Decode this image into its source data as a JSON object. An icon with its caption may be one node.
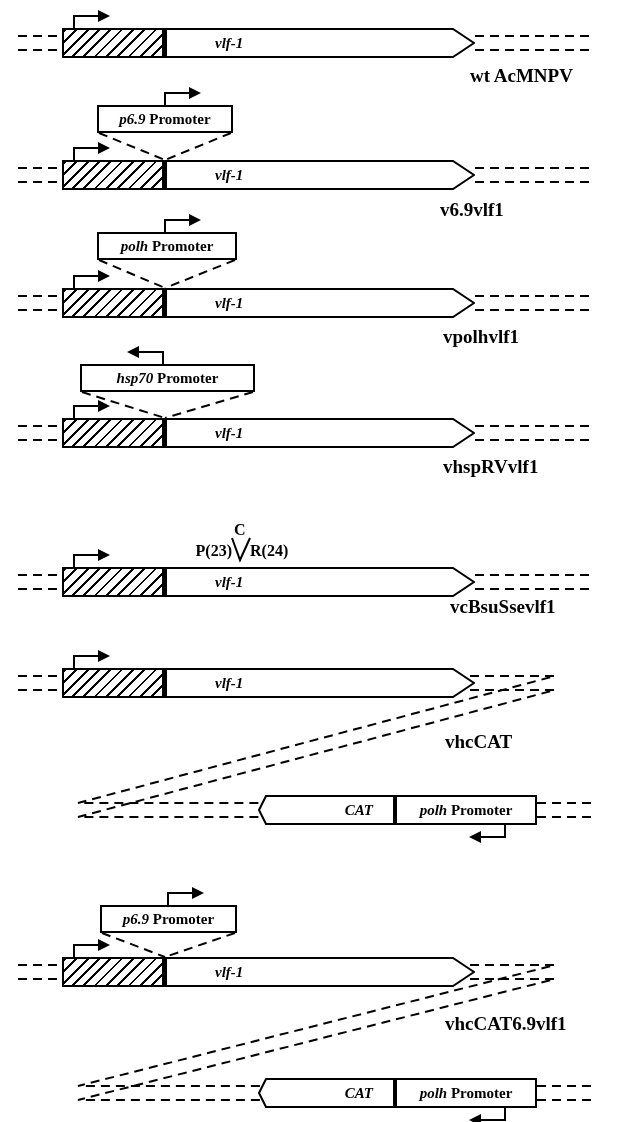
{
  "diagram": {
    "nodes": [
      {
        "text": [],
        "shape": "box"
      },
      {
        "text": [
          "vlf-1"
        ]
      },
      {
        "text": [
          "*p6.9* Promoter"
        ]
      },
      {
        "text": [],
        "shape": "box"
      },
      {
        "text": [
          "vlf-1"
        ]
      },
      {
        "text": [
          "*polh* Promoter"
        ]
      },
      {
        "text": [],
        "shape": "box"
      },
      {
        "text": [
          "vlf-1"
        ]
      },
      {
        "text": [
          "*hsp70* Promoter"
        ]
      },
      {
        "text": [],
        "shape": "box"
      },
      {
        "text": [
          "vlf-1"
        ]
      },
      {
        "text": [],
        "shape": "box"
      },
      {
        "text": [
          "vlf-1"
        ]
      },
      {
        "text": [],
        "shape": "box"
      },
      {
        "text": [
          "vlf-1"
        ]
      },
      {
        "text": [
          "CAT"
        ]
      },
      {
        "text": [
          "*polh* Promoter"
        ]
      },
      {
        "text": [
          "*p6.9* Promoter"
        ]
      },
      {
        "text": [],
        "shape": "box"
      },
      {
        "text": [
          "vlf-1"
        ]
      },
      {
        "text": [
          "CAT"
        ]
      },
      {
        "text": [
          "*polh* Promoter"
        ]
      }
    ],
    "edges": [
      {
        "from": 2,
        "to": 3,
        "arrow": "none",
        "style": "dashed"
      },
      {
        "from": 2,
        "to": 3,
        "arrow": "none",
        "style": "dashed"
      },
      {
        "from": 5,
        "to": 6,
        "arrow": "none",
        "style": "dashed"
      },
      {
        "from": 5,
        "to": 6,
        "arrow": "none",
        "style": "dashed"
      },
      {
        "from": 8,
        "to": 9,
        "arrow": "none",
        "style": "dashed"
      },
      {
        "from": 8,
        "to": 9,
        "arrow": "none",
        "style": "dashed"
      },
      {
        "from": 17,
        "to": 18,
        "arrow": "none",
        "style": "dashed"
      },
      {
        "from": 17,
        "to": 18,
        "arrow": "none",
        "style": "dashed"
      },
      {
        "from": 14,
        "to": 15,
        "arrow": "none",
        "style": "dashed"
      },
      {
        "from": 14,
        "to": 15,
        "arrow": "none",
        "style": "dashed"
      },
      {
        "from": 19,
        "to": 20,
        "arrow": "none",
        "style": "dashed"
      },
      {
        "from": 19,
        "to": 20,
        "arrow": "none",
        "style": "dashed"
      }
    ],
    "labels": [
      "wt AcMNPV",
      "v6.9vlf1",
      "vpolhvlf1",
      "vhspRVvlf1",
      "C",
      "P(23)",
      "R(24)",
      "vcBsuSsevlf1",
      "vhcCAT",
      "vhcCAT6.9vlf1"
    ]
  }
}
